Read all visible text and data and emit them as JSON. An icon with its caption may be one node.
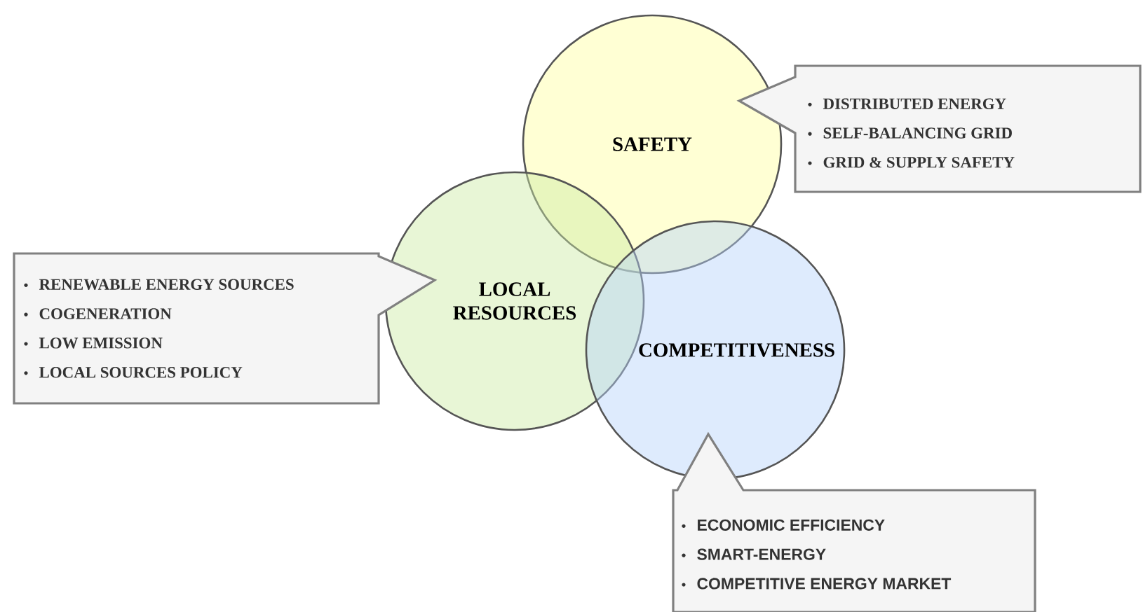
{
  "diagram": {
    "nodes": [
      {
        "text": [
          "SAFETY"
        ]
      },
      {
        "text": [
          "LOCAL RESOURCES"
        ]
      },
      {
        "text": [
          "COMPETITIVENESS"
        ]
      },
      {
        "text": [
          "DISTRIBUTED ENERGY",
          "SELF-BALANCING GRID",
          "GRID & SUPPLY SAFETY"
        ]
      },
      {
        "text": [
          "RENEWABLE ENERGY SOURCES",
          "COGENERATION",
          "LOW EMISSION",
          "LOCAL SOURCES POLICY"
        ]
      },
      {
        "text": [
          "ECONOMIC EFFICIENCY",
          "SMART-ENERGY",
          "COMPETITIVE ENERGY MARKET"
        ]
      }
    ]
  }
}
